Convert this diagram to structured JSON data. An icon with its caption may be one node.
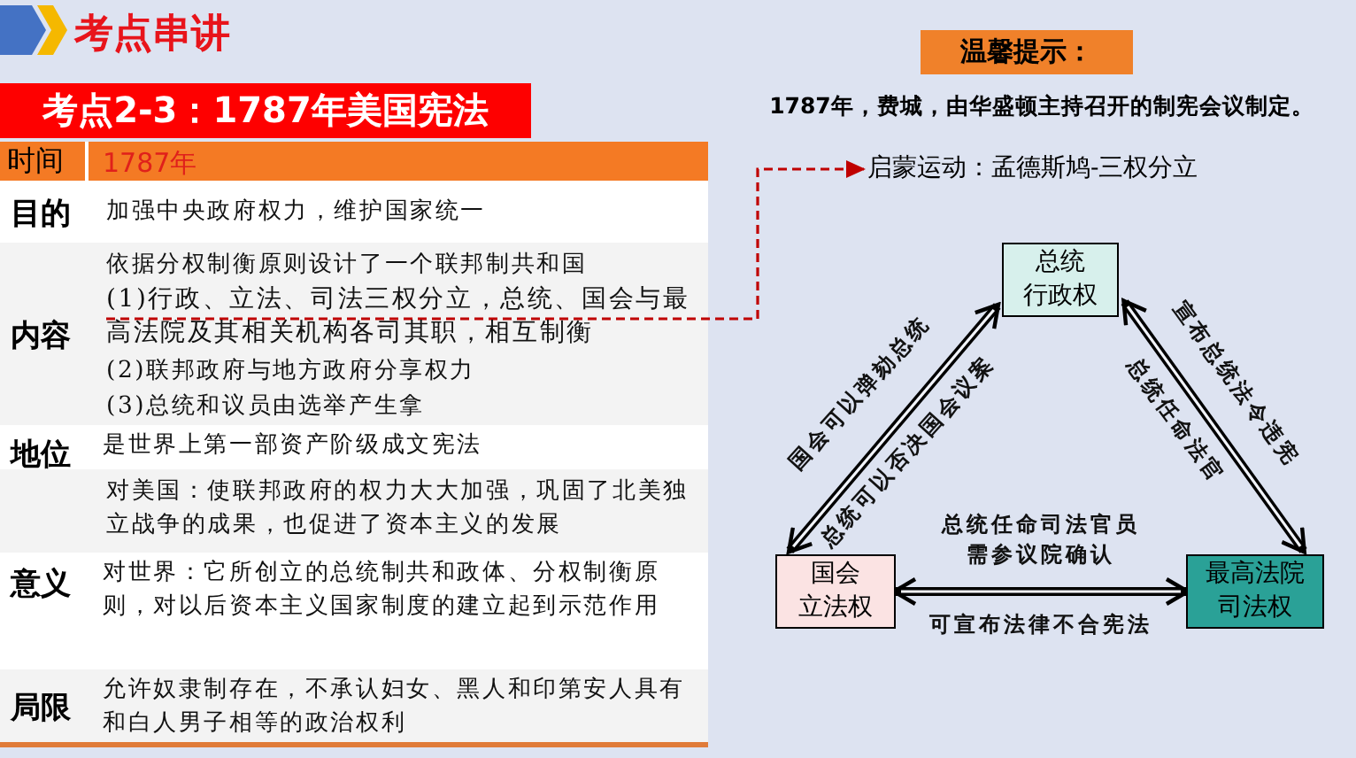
{
  "diagram": {
    "title": "考点串讲",
    "nodes": [
      {
        "text": [
          "(1)行政、立法、司法三权分立，总统、国会与最高法院及其相关机构各司其职，相互制衡"
        ]
      },
      {
        "text": [
          "启蒙运动：孟德斯鸠-三权分立"
        ]
      },
      {
        "text": [
          "总统",
          "行政权"
        ]
      },
      {
        "text": [
          "国会",
          "立法权"
        ]
      },
      {
        "text": [
          "最高法院",
          "司法权"
        ]
      }
    ],
    "edges": [
      {
        "from": 0,
        "to": 1,
        "arrow": "to",
        "style": "dashed",
        "color": "#c00000"
      },
      {
        "from": 3,
        "to": 2,
        "arrow": "both",
        "label": "国会可以弹劾总统"
      },
      {
        "from": 2,
        "to": 4,
        "arrow": "both",
        "label": "宣布总统法令违宪"
      },
      {
        "from": 3,
        "to": 4,
        "arrow": "both",
        "label": "总统任命司法官员需参议院确认"
      }
    ],
    "labels": [
      "考点2-3：1787年美国宪法",
      "时间",
      "1787年",
      "目的",
      "加强中央政府权力，维护国家统一",
      "内容",
      "依据分权制衡原则设计了一个联邦制共和国",
      "(2)联邦政府与地方政府分享权力",
      "(3)总统和议员由选举产生拿",
      "地位",
      "是世界上第一部资产阶级成文宪法",
      "意义",
      "对美国：使联邦政府的权力大大加强，巩固了北美独立战争的成果，也促进了资本主义的发展",
      "对世界：它所创立的总统制共和政体、分权制衡原则，对以后资本主义国家制度的建立起到示范作用",
      "局限",
      "允许奴隶制存在，不承认妇女、黑人和印第安人具有和白人男子相等的政治权利",
      "温馨提示：",
      "1787年，费城，由华盛顿主持召开的制宪会议制定。",
      "总统可以否决国会议案",
      "总统任命法官",
      "可宣布法律不合宪法"
    ]
  }
}
